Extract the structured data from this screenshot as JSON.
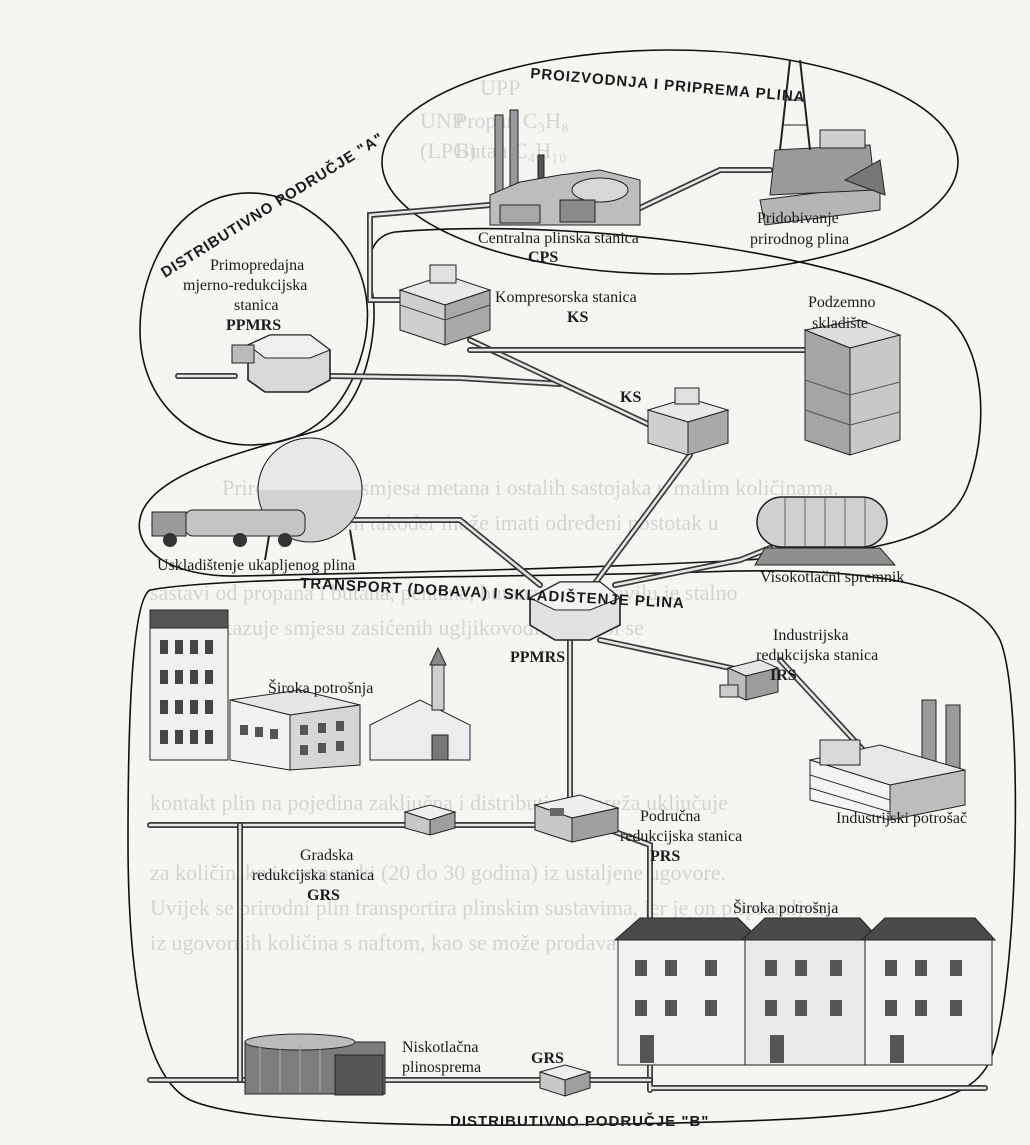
{
  "regions": {
    "production": "PROIZVODNJA I PRIPREMA PLINA",
    "distribution_a": "DISTRIBUTIVNO PODRUČJE \"A\"",
    "transport": "TRANSPORT (DOBAVA) I SKLADIŠTENJE PLINA",
    "distribution_b": "DISTRIBUTIVNO PODRUČJE \"B\""
  },
  "labels": {
    "cps_name": "Centralna plinska stanica",
    "cps_code": "CPS",
    "extraction_line1": "Pridobivanje",
    "extraction_line2": "prirodnog plina",
    "ppmrs_line1": "Primopredajna",
    "ppmrs_line2": "mjerno-redukcijska",
    "ppmrs_line3": "stanica",
    "ppmrs_code": "PPMRS",
    "ks1_name": "Kompresorska stanica",
    "ks1_code": "KS",
    "storage_line1": "Podzemno",
    "storage_line2": "skladište",
    "ks2_code": "KS",
    "lng_storage": "Uskladištenje ukapljenog plina",
    "hp_tank": "Visokotlačni spremnik",
    "ppmrs2_code": "PPMRS",
    "irs_line1": "Industrijska",
    "irs_line2": "redukcijska stanica",
    "irs_code": "IRS",
    "wide_consumption_1": "Široka potrošnja",
    "industrial_consumer": "Industrijski potrošač",
    "prs_line1": "Područna",
    "prs_line2": "redukcijska stanica",
    "prs_code": "PRS",
    "grs_line1": "Gradska",
    "grs_line2": "redukcijska stanica",
    "grs_code": "GRS",
    "wide_consumption_2": "Široka potrošnja",
    "lp_holder_line1": "Niskotlačna",
    "lp_holder_line2": "plinosprema",
    "grs2_code": "GRS"
  },
  "show_through": {
    "t1": "UPP",
    "t2": "Propan C₃H₈",
    "t3": "Butan C₄H₁₀",
    "t4": "UNP",
    "t5": "(LPG)",
    "p1": "Prirodni plin je smjesa metana i ostalih sastojaka u malim količinama,",
    "p2": "čak ukapljeni naftni plin također može imati određeni postotak u",
    "p3": "sastavi od propana i butana, pentana, butana. Cₙ u pravilu je stalno",
    "p4": "plina pokazuje smjesu zasićenih ugljikovodika. Da bi se",
    "p5": "kontakt plin na pojedina zaključna i distributivna mreža uključuje",
    "p6": "za količinsko i vremenski (20 do 30 godina) iz ustaljene ugovore.",
    "p7": "Uvijek se prirodni plin transportira plinskim sustavima, jer je on pripremljen",
    "p8": "iz ugovornih količina s naftom, kao se može prodavati"
  }
}
